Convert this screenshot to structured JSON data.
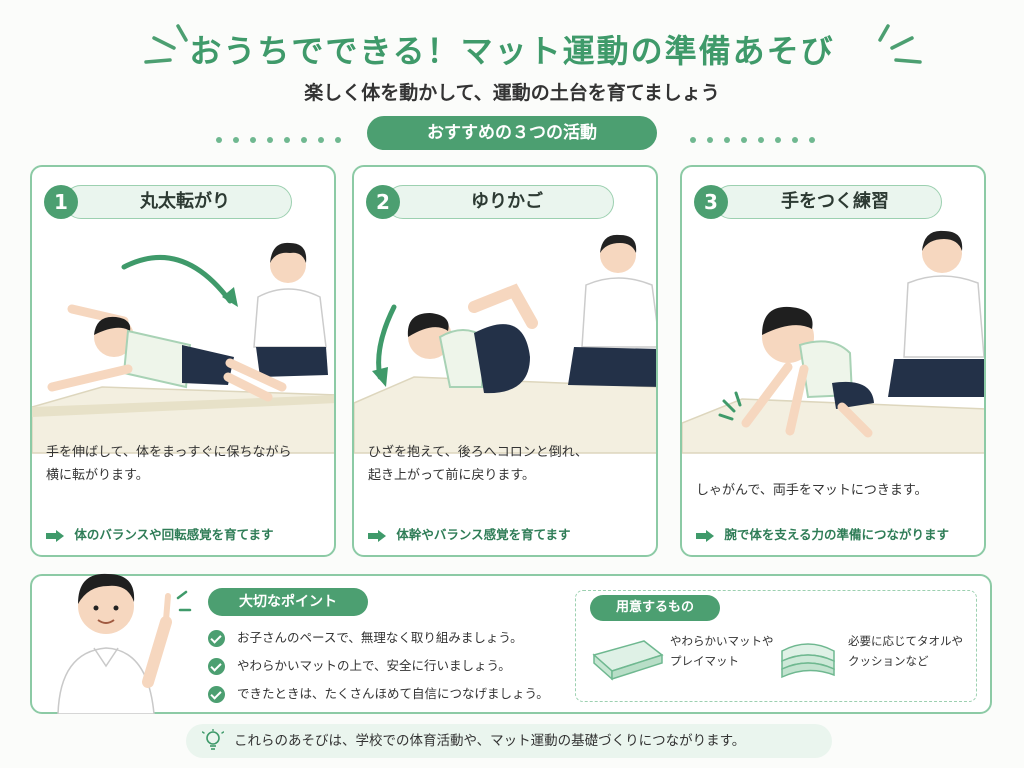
{
  "header": {
    "title": "おうちでできる！マット運動の準備あそび",
    "subtitle": "楽しく体を動かして、運動の土台を育てましょう",
    "section_label": "おすすめの３つの活動"
  },
  "activities": [
    {
      "number": "1",
      "title": "丸太転がり",
      "description_lines": [
        "手を伸ばして、体をまっすぐに保ちながら",
        "横に転がります。"
      ],
      "effect": "体のバランスや回転感覚を育てます"
    },
    {
      "number": "2",
      "title": "ゆりかご",
      "description_lines": [
        "ひざを抱えて、後ろへコロンと倒れ、",
        "起き上がって前に戻ります。"
      ],
      "effect": "体幹やバランス感覚を育てます"
    },
    {
      "number": "3",
      "title": "手をつく練習",
      "description_lines": [
        "しゃがんで、両手をマットにつきます。"
      ],
      "effect": "腕で体を支える力の準備につながります"
    }
  ],
  "points": {
    "label": "大切なポイント",
    "items": [
      "お子さんのペースで、無理なく取り組みましょう。",
      "やわらかいマットの上で、安全に行いましょう。",
      "できたときは、たくさんほめて自信につなげましょう。"
    ]
  },
  "prep": {
    "label": "用意するもの",
    "items": [
      {
        "icon": "mat-icon",
        "lines": [
          "やわらかいマットや",
          "プレイマット"
        ]
      },
      {
        "icon": "towel-icon",
        "lines": [
          "必要に応じてタオルや",
          "クッションなど"
        ]
      }
    ]
  },
  "footer": {
    "icon": "lightbulb-icon",
    "text": "これらのあそびは、学校での体育活動や、マット運動の基礎づくりにつながります。"
  },
  "colors": {
    "accent": "#4c9f71",
    "title": "#3f9a6a",
    "border": "#8ccaa5",
    "pill_bg": "#eaf5ee"
  }
}
